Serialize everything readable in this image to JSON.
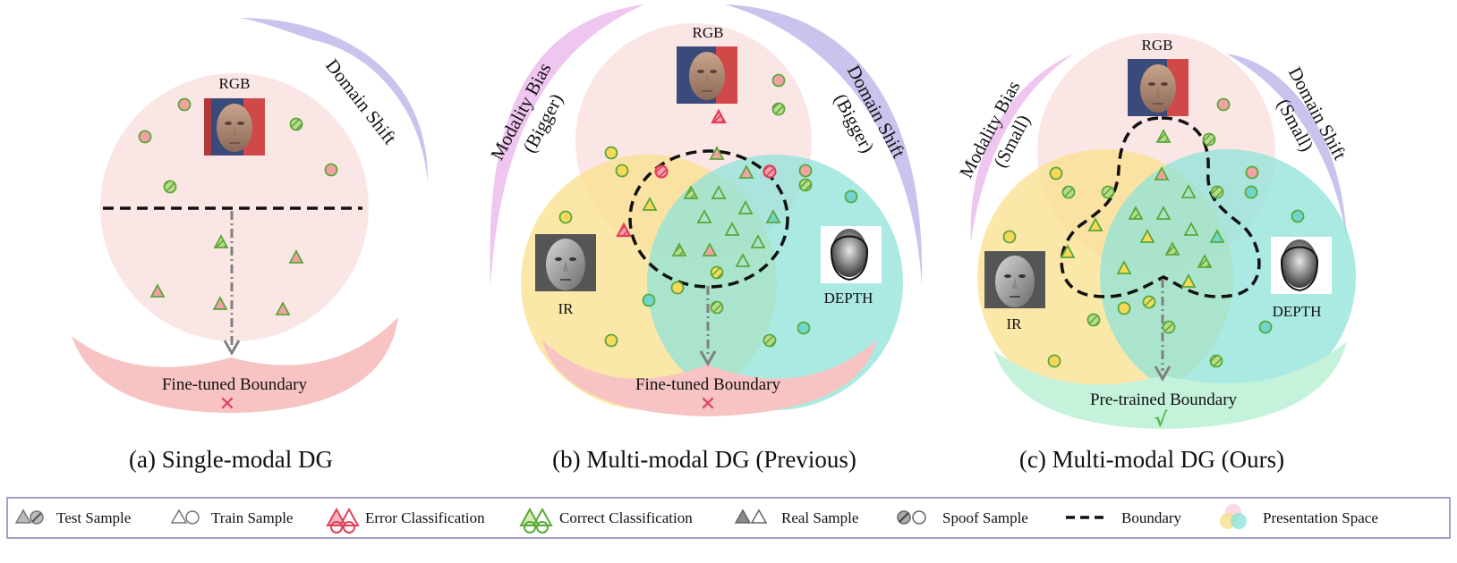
{
  "panels": [
    {
      "caption": "(a) Single-modal DG",
      "boundary_label": "Fine-tuned Boundary",
      "verdict": "✕",
      "modalities": {
        "rgb": "RGB"
      },
      "arc_labels": {
        "domain_line1": "Domain Shift"
      }
    },
    {
      "caption": "(b) Multi-modal DG (Previous)",
      "boundary_label": "Fine-tuned Boundary",
      "verdict": "✕",
      "modalities": {
        "rgb": "RGB",
        "ir": "IR",
        "depth": "DEPTH"
      },
      "arc_labels": {
        "modality_line1": "Modality Bias",
        "modality_line2": "(Bigger)",
        "domain_line1": "Domain Shift",
        "domain_line2": "(Bigger)"
      }
    },
    {
      "caption": "(c) Multi-modal DG (Ours)",
      "boundary_label": "Pre-trained Boundary",
      "verdict": "√",
      "modalities": {
        "rgb": "RGB",
        "ir": "IR",
        "depth": "DEPTH"
      },
      "arc_labels": {
        "modality_line1": "Modality Bias",
        "modality_line2": "(Small)",
        "domain_line1": "Domain Shift",
        "domain_line2": "(Small)"
      }
    }
  ],
  "legend": [
    {
      "label": "Test Sample",
      "icon": "test-sample-icon"
    },
    {
      "label": "Train Sample",
      "icon": "train-sample-icon"
    },
    {
      "label": "Error Classification",
      "icon": "error-classification-icon"
    },
    {
      "label": "Correct Classification",
      "icon": "correct-classification-icon"
    },
    {
      "label": "Real Sample",
      "icon": "real-sample-icon"
    },
    {
      "label": "Spoof Sample",
      "icon": "spoof-sample-icon"
    },
    {
      "label": "Boundary",
      "icon": "boundary-icon"
    },
    {
      "label": "Presentation Space",
      "icon": "presentation-space-icon"
    }
  ],
  "colors": {
    "rgb_space": "#fbe6e6",
    "ir_space": "#f9e08c",
    "depth_space": "#8fe3da",
    "domain_arc": "#c9c4ee",
    "modality_arc": "#efc6ef",
    "finetuned_arc": "#f7c3c3",
    "pretrained_arc": "#c5f2da",
    "correct": "#58a838",
    "error": "#e0405a",
    "sample_pink": "#f3a0a6",
    "sample_yellow": "#f7d85a",
    "sample_teal": "#6fd6cf",
    "boundary": "#111111",
    "arrow": "#808080"
  }
}
